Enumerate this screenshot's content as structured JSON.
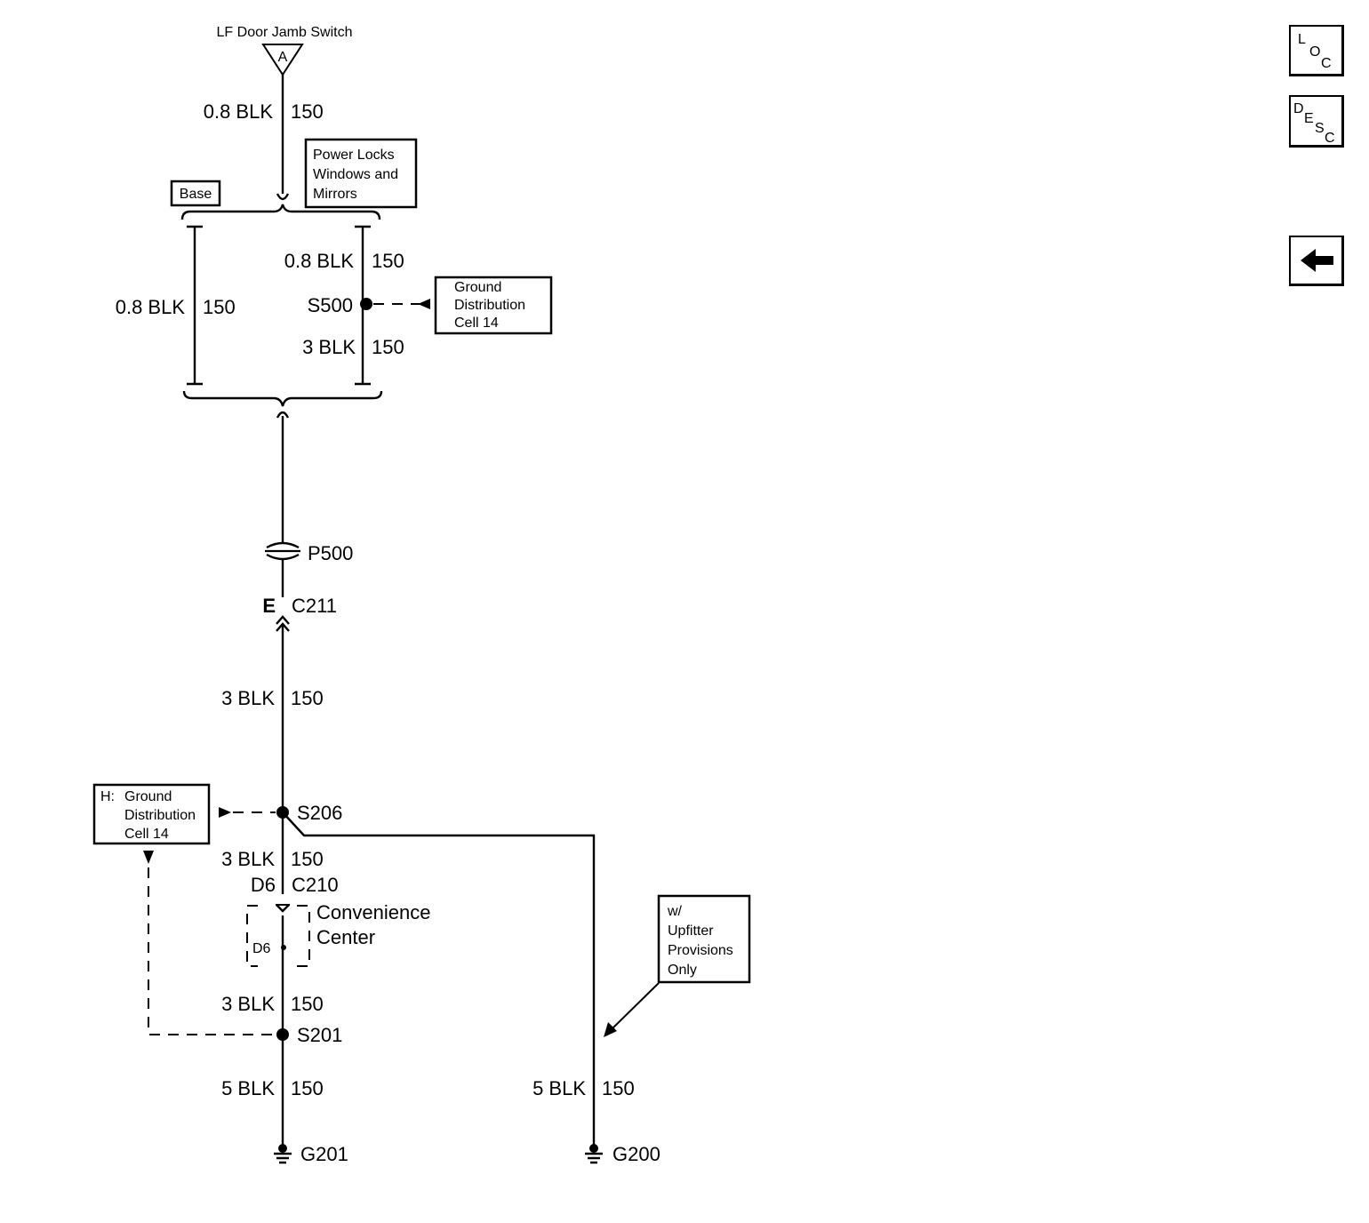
{
  "top_connector": {
    "name": "LF Door Jamb Switch",
    "pin": "A"
  },
  "wires": {
    "w_top": {
      "gauge": "0.8 BLK",
      "circuit": "150"
    },
    "w_base": {
      "gauge": "0.8 BLK",
      "circuit": "150"
    },
    "w_pl_upper": {
      "gauge": "0.8 BLK",
      "circuit": "150"
    },
    "w_pl_lower": {
      "gauge": "3 BLK",
      "circuit": "150"
    },
    "w_c211": {
      "gauge": "3 BLK",
      "circuit": "150"
    },
    "w_s206": {
      "gauge": "3 BLK",
      "circuit": "150"
    },
    "w_conv": {
      "gauge": "3 BLK",
      "circuit": "150"
    },
    "w_g201": {
      "gauge": "5 BLK",
      "circuit": "150"
    },
    "w_g200": {
      "gauge": "5 BLK",
      "circuit": "150"
    }
  },
  "options": {
    "base": "Base",
    "power_locks": [
      "Power Locks",
      "Windows and",
      "Mirrors"
    ],
    "upfitter": [
      "w/",
      "Upfitter",
      "Provisions",
      "Only"
    ]
  },
  "splices": {
    "s500": "S500",
    "s206": "S206",
    "s201": "S201"
  },
  "refs": {
    "gd_right": [
      "Ground",
      "Distribution",
      "Cell 14"
    ],
    "gd_left_prefix": "H:",
    "gd_left": [
      "Ground",
      "Distribution",
      "Cell 14"
    ]
  },
  "connectors": {
    "p500": "P500",
    "c211": {
      "pin": "E",
      "name": "C211"
    },
    "c210": {
      "pin": "D6",
      "name": "C210"
    },
    "conv_pin": "D6"
  },
  "convenience_center": [
    "Convenience",
    "Center"
  ],
  "grounds": {
    "g201": "G201",
    "g200": "G200"
  },
  "nav": {
    "loc": [
      "L",
      "O",
      "C"
    ],
    "desc": [
      "D",
      "E",
      "S",
      "C"
    ]
  }
}
